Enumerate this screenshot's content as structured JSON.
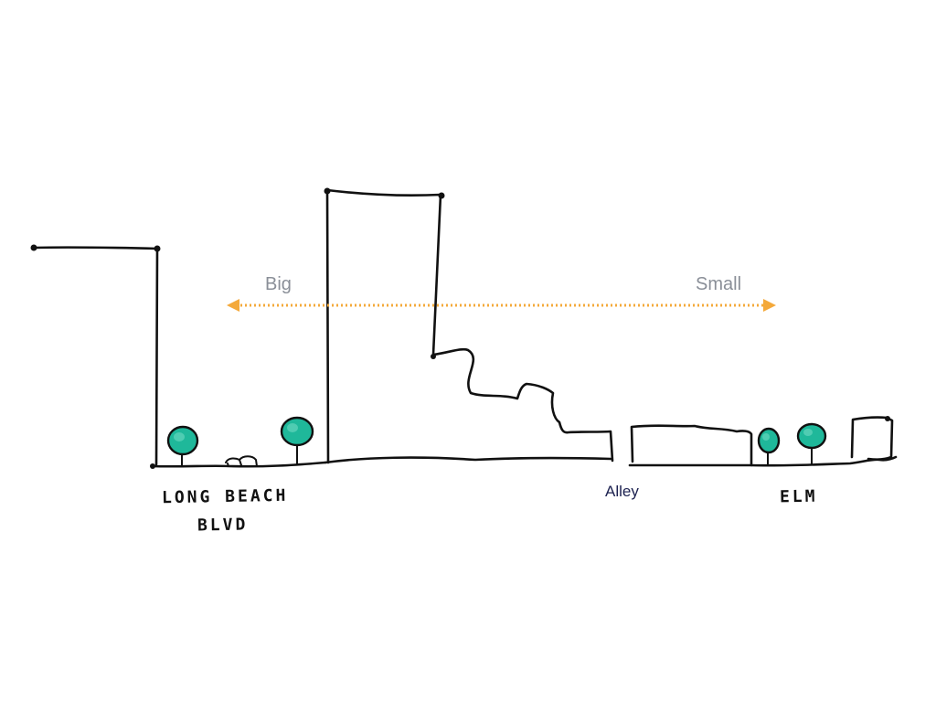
{
  "diagram": {
    "arrow": {
      "left_label": "Big",
      "right_label": "Small",
      "color": "#f4a93a"
    },
    "streets": {
      "left_street_line1": "LONG BEACH",
      "left_street_line2": "BLVD",
      "middle_label": "Alley",
      "right_street": "ELM"
    },
    "colors": {
      "ink": "#111111",
      "tree": "#1fb89a",
      "label_gray": "#8a8f98",
      "label_navy": "#1c2150"
    }
  }
}
